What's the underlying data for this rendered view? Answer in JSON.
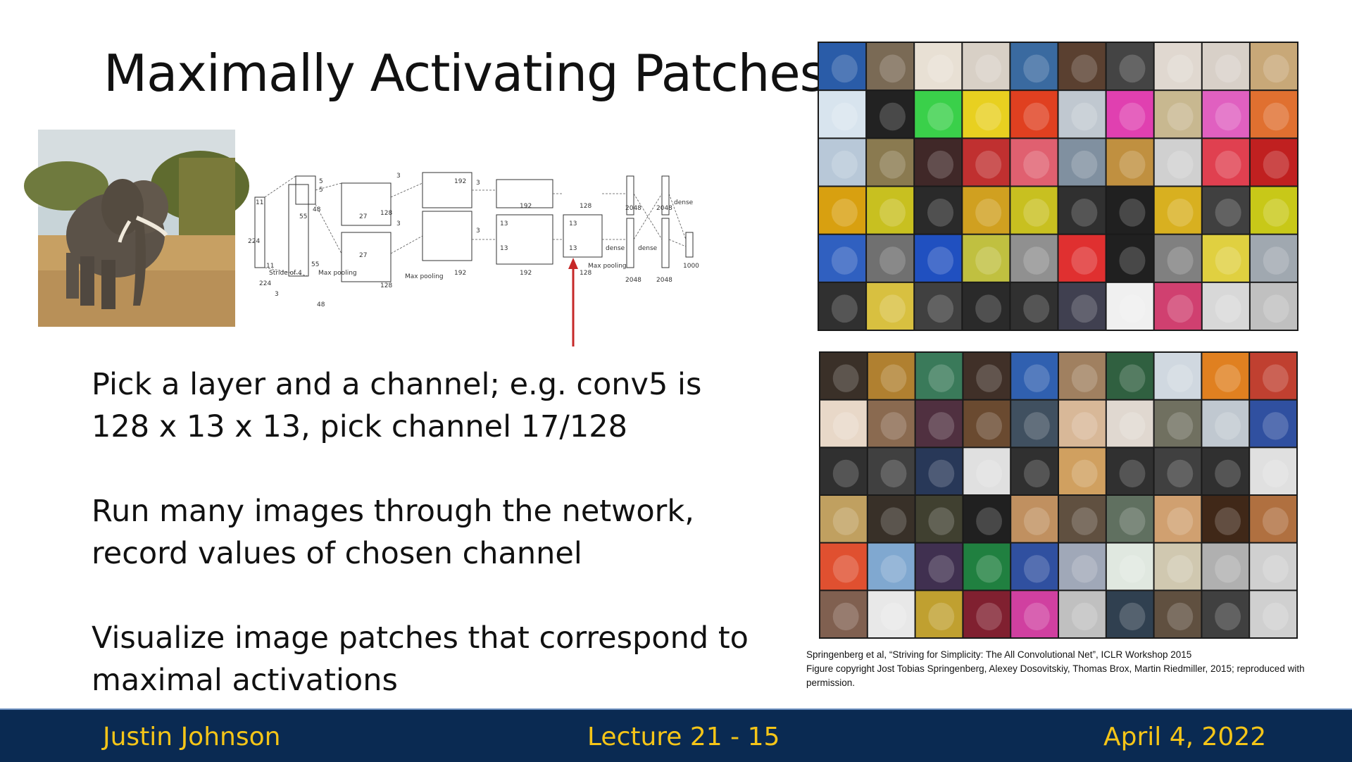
{
  "slide": {
    "title": "Maximally Activating Patches",
    "bullets": [
      "Pick a layer and a channel; e.g. conv5 is 128 x 13 x 13, pick channel 17/128",
      "Run many images through the network, record values of chosen channel",
      "Visualize image patches that correspond to maximal activations"
    ],
    "citation": [
      "Springenberg et al, “Striving for Simplicity: The All Convolutional Net”, ICLR Workshop 2015",
      "Figure copyright Jost Tobias Springenberg, Alexey Dosovitskiy, Thomas Brox, Martin Riedmiller, 2015; reproduced with permission."
    ]
  },
  "network_diagram": {
    "labels": [
      "Stride of 4",
      "Max pooling",
      "Max pooling",
      "Max pooling",
      "dense",
      "dense",
      "dense",
      "224",
      "224",
      "3",
      "11",
      "11",
      "5",
      "5",
      "55",
      "55",
      "48",
      "48",
      "27",
      "27",
      "128",
      "128",
      "192",
      "192",
      "192",
      "192",
      "13",
      "13",
      "13",
      "13",
      "128",
      "128",
      "2048",
      "2048",
      "2048",
      "2048",
      "1000",
      "3",
      "3",
      "3",
      "3"
    ]
  },
  "footer": {
    "author": "Justin Johnson",
    "lecture": "Lecture 21 -   15",
    "date": "April 4, 2022"
  },
  "colors": {
    "footer_bg": "#0a2a52",
    "footer_text": "#f5c518",
    "arrow": "#c62828"
  }
}
